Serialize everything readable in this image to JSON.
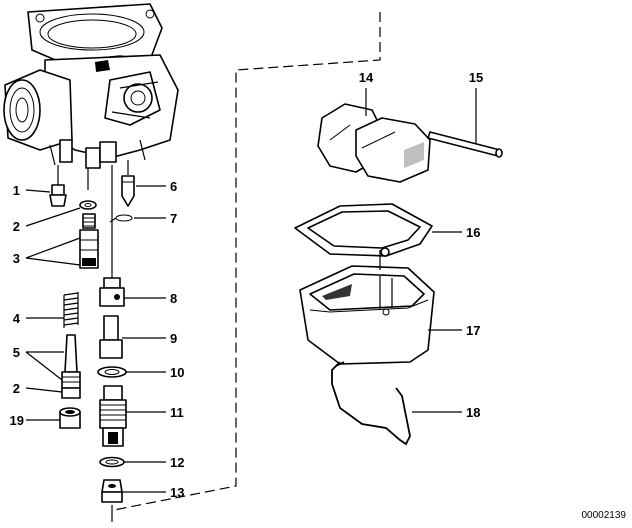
{
  "callouts": [
    {
      "id": "1",
      "label": "1"
    },
    {
      "id": "2a",
      "label": "2"
    },
    {
      "id": "3",
      "label": "3"
    },
    {
      "id": "4",
      "label": "4"
    },
    {
      "id": "5",
      "label": "5"
    },
    {
      "id": "2b",
      "label": "2"
    },
    {
      "id": "19",
      "label": "19"
    },
    {
      "id": "6",
      "label": "6"
    },
    {
      "id": "7",
      "label": "7"
    },
    {
      "id": "8",
      "label": "8"
    },
    {
      "id": "9",
      "label": "9"
    },
    {
      "id": "10",
      "label": "10"
    },
    {
      "id": "11",
      "label": "11"
    },
    {
      "id": "12",
      "label": "12"
    },
    {
      "id": "13",
      "label": "13"
    },
    {
      "id": "14",
      "label": "14"
    },
    {
      "id": "15",
      "label": "15"
    },
    {
      "id": "16",
      "label": "16"
    },
    {
      "id": "17",
      "label": "17"
    },
    {
      "id": "18",
      "label": "18"
    }
  ],
  "document_number": "00002139"
}
